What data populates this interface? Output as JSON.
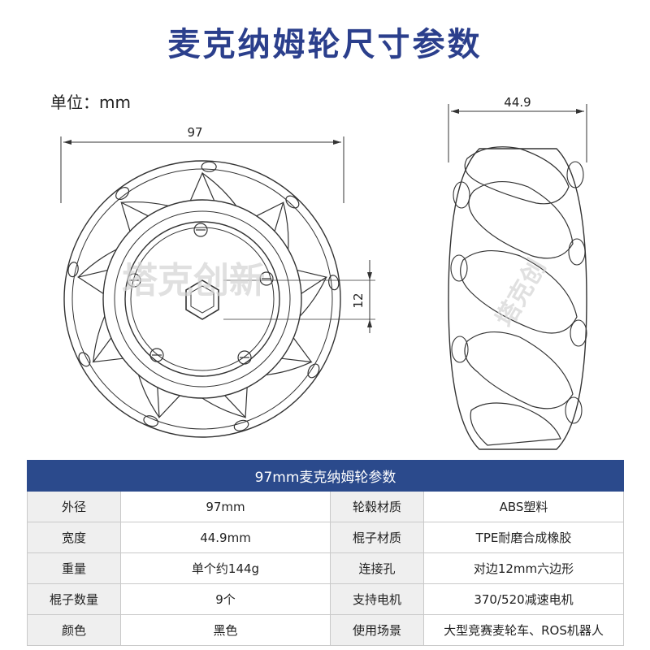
{
  "title": "麦克纳姆轮尺寸参数",
  "unit_label": "单位：mm",
  "front_view": {
    "diameter_label": "97",
    "hex_label": "12",
    "watermark": "塔克创新"
  },
  "side_view": {
    "width_label": "44.9",
    "watermark": "塔克创"
  },
  "table": {
    "header": "97mm麦克纳姆轮参数",
    "rows": [
      {
        "k1": "外径",
        "v1": "97mm",
        "k2": "轮毂材质",
        "v2": "ABS塑料"
      },
      {
        "k1": "宽度",
        "v1": "44.9mm",
        "k2": "棍子材质",
        "v2": "TPE耐磨合成橡胶"
      },
      {
        "k1": "重量",
        "v1": "单个约144g",
        "k2": "连接孔",
        "v2": "对边12mm六边形"
      },
      {
        "k1": "棍子数量",
        "v1": "9个",
        "k2": "支持电机",
        "v2": "370/520减速电机"
      },
      {
        "k1": "颜色",
        "v1": "黑色",
        "k2": "使用场景",
        "v2": "大型竞赛麦轮车、ROS机器人"
      }
    ]
  }
}
